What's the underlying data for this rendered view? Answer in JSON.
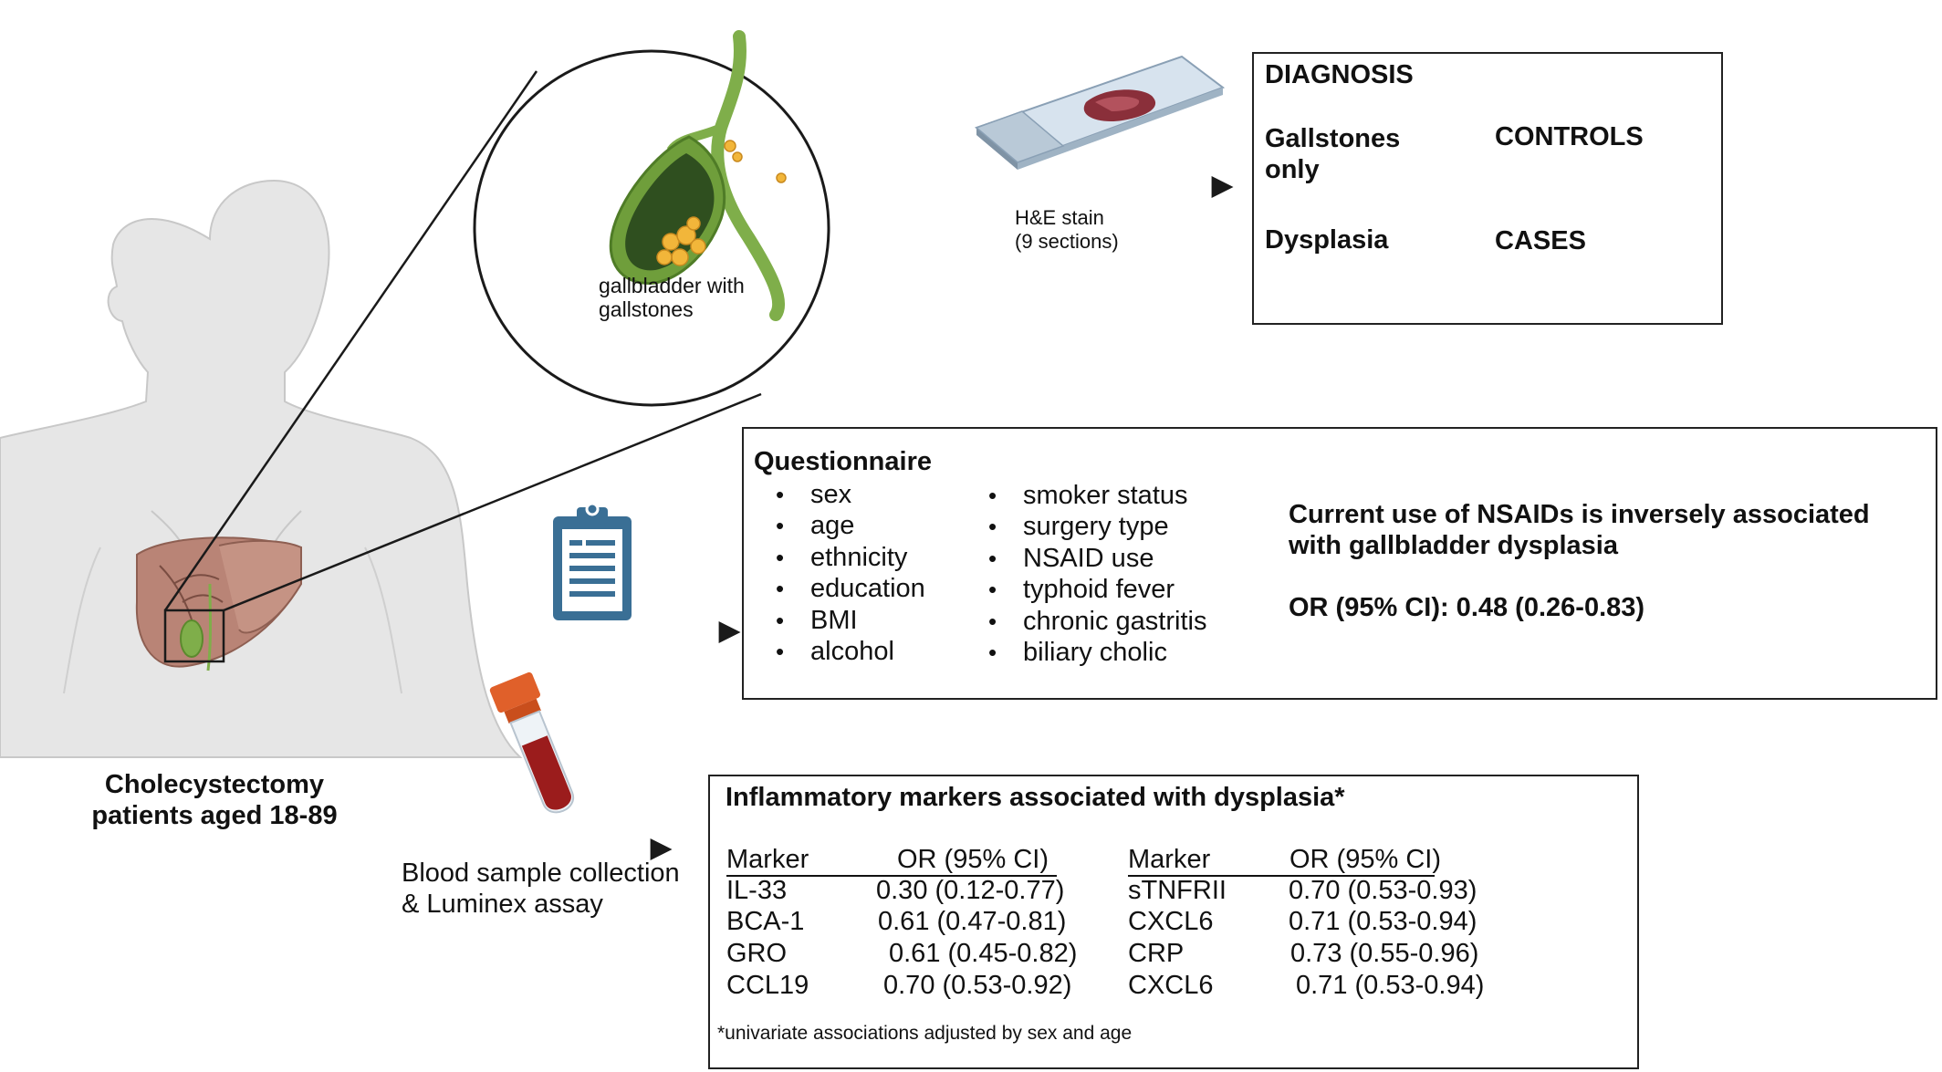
{
  "gallbladder_caption": [
    "gallbladder with",
    "gallstones"
  ],
  "patients_label": [
    "Cholecystectomy",
    "patients aged 18-89"
  ],
  "he_stain": [
    "H&E stain",
    "(9 sections)"
  ],
  "diagnosis": {
    "title": "DIAGNOSIS",
    "gallstones_lines": [
      "Gallstones",
      "only"
    ],
    "controls": "CONTROLS",
    "dysplasia": "Dysplasia",
    "cases": "CASES"
  },
  "questionnaire": {
    "title": "Questionnaire",
    "col1": [
      "sex",
      "age",
      "ethnicity",
      "education",
      "BMI",
      "alcohol"
    ],
    "col2": [
      "smoker status",
      "surgery type",
      "NSAID use",
      "typhoid fever",
      "chronic gastritis",
      "biliary cholic"
    ],
    "finding_lines": [
      "Current use of NSAIDs is inversely associated",
      "with gallbladder dysplasia"
    ],
    "or_text": "OR (95% CI): 0.48 (0.26-0.83)"
  },
  "blood": {
    "lines": [
      "Blood sample collection",
      "& Luminex assay"
    ]
  },
  "markers": {
    "title": "Inflammatory markers associated with dysplasia*",
    "header_marker": "Marker",
    "header_or": "OR (95% CI)",
    "left": [
      {
        "name": "IL-33",
        "or": "0.30 (0.12-0.77)"
      },
      {
        "name": "BCA-1",
        "or": "0.61 (0.47-0.81)"
      },
      {
        "name": "GRO",
        "or": "0.61 (0.45-0.82)"
      },
      {
        "name": "CCL19",
        "or": "0.70 (0.53-0.92)"
      }
    ],
    "right": [
      {
        "name": "sTNFRII",
        "or": "0.70 (0.53-0.93)"
      },
      {
        "name": "CXCL6",
        "or": "0.71 (0.53-0.94)"
      },
      {
        "name": "CRP",
        "or": "0.73 (0.55-0.96)"
      },
      {
        "name": "CXCL6",
        "or": "0.71 (0.53-0.94)"
      }
    ],
    "footnote": "*univariate associations adjusted by sex and age"
  },
  "colors": {
    "body": "#e6e6e6",
    "liver": "#b98476",
    "gallbladder": "#7fae4a",
    "clipboard": "#3a6f95",
    "tube_cap": "#e0602a",
    "blood": "#9b1c1c"
  }
}
